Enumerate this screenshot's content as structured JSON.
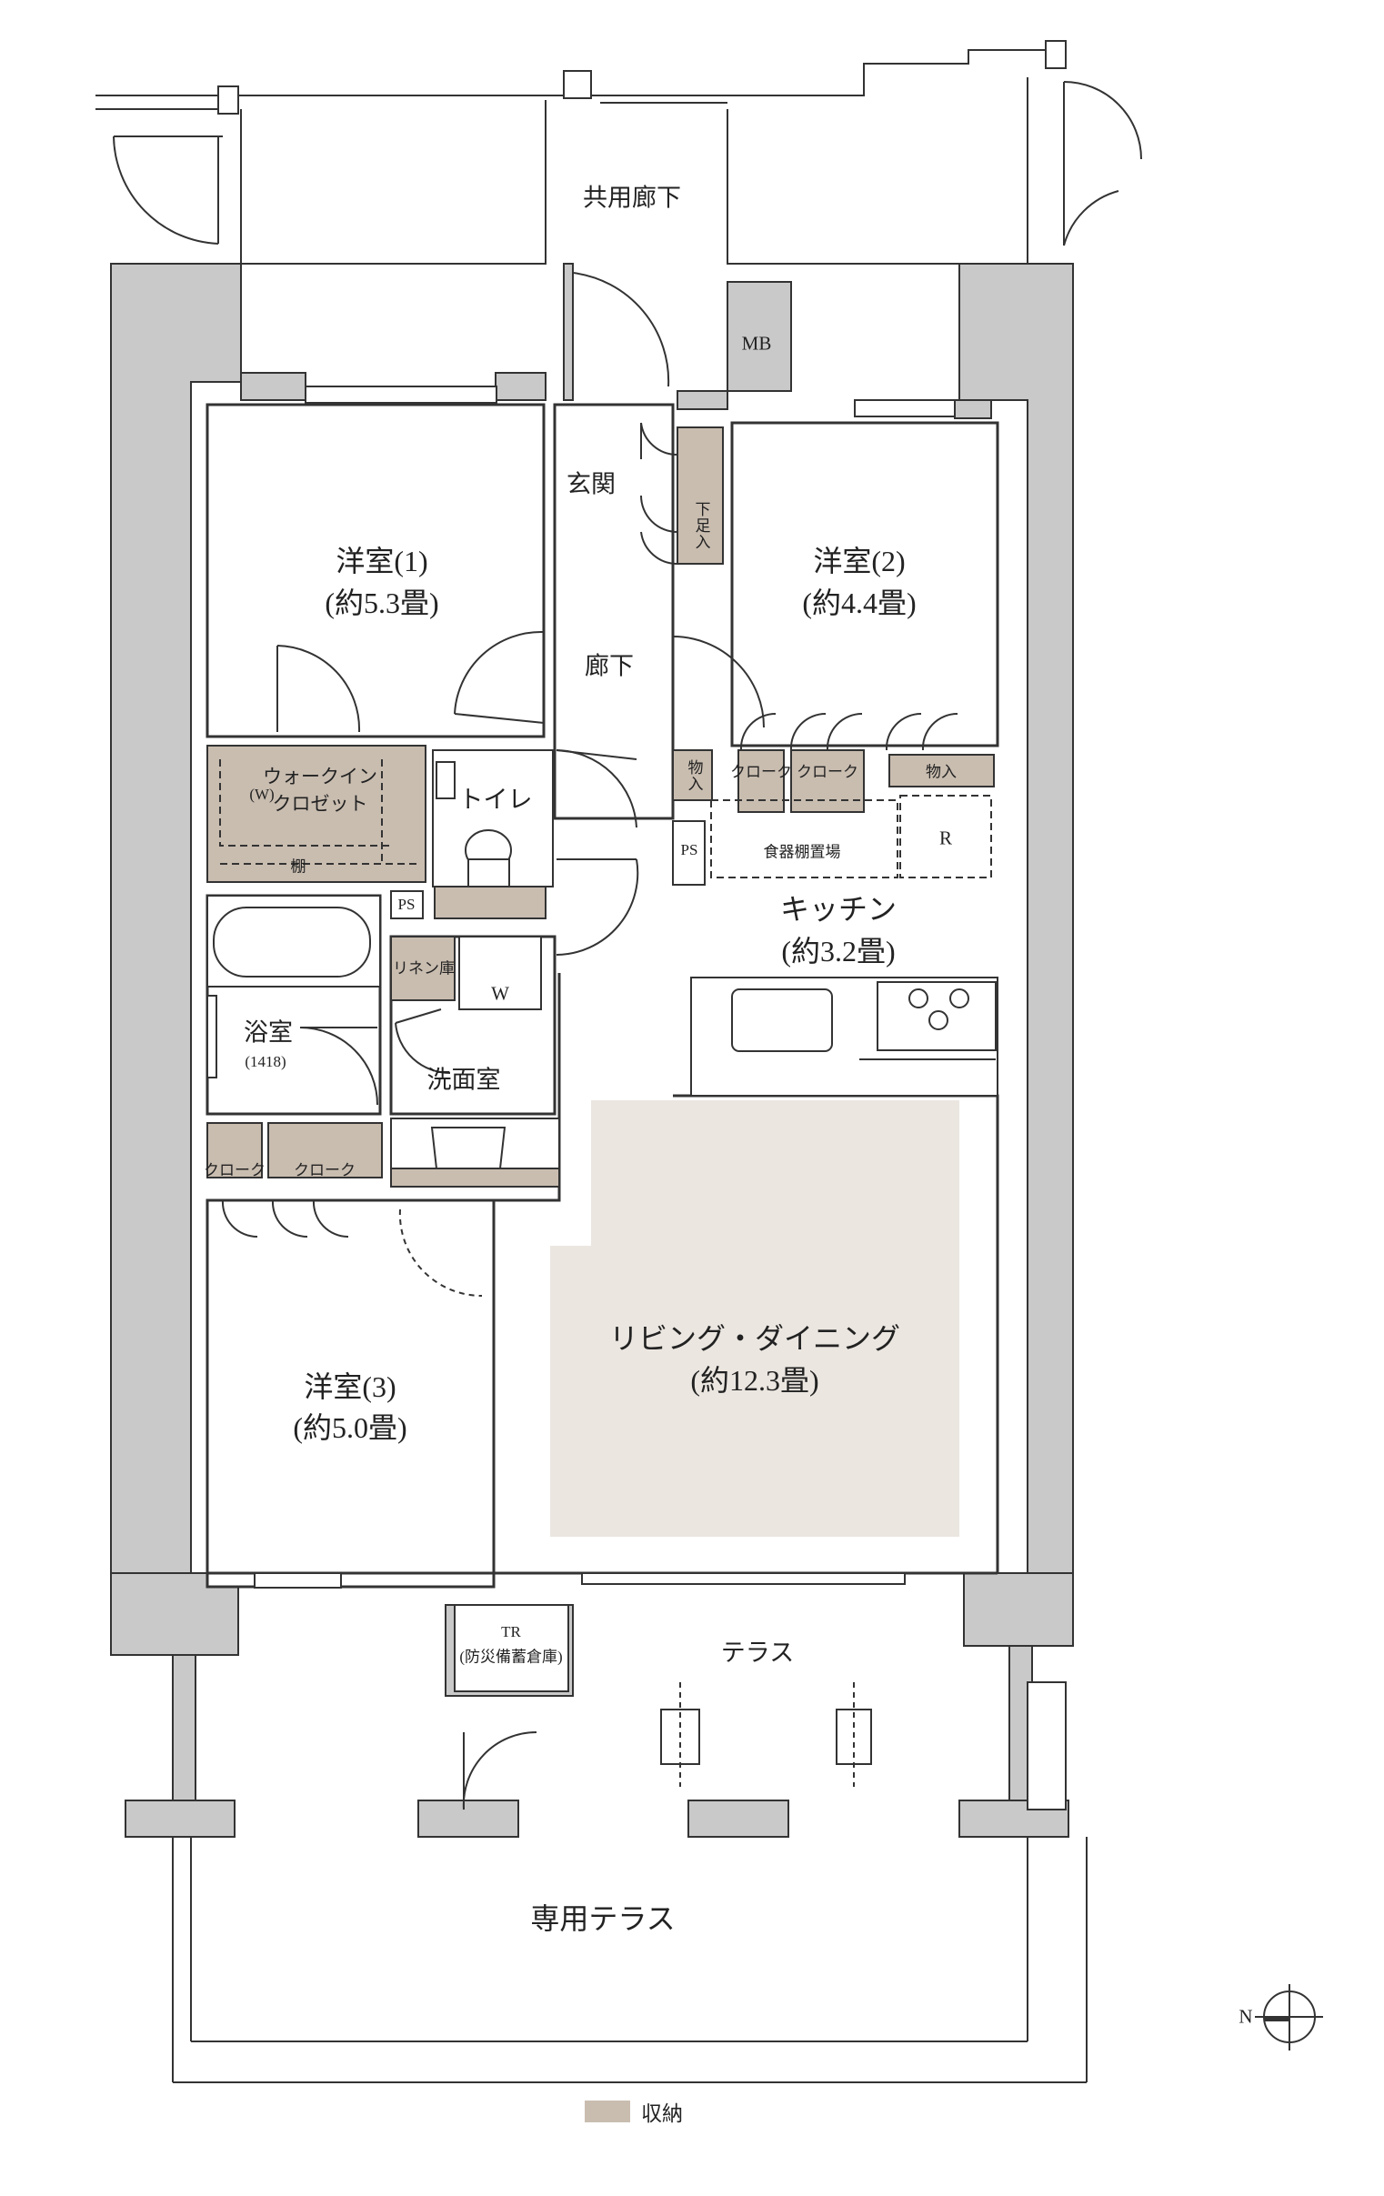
{
  "colors": {
    "wall": "#c9c9c9",
    "storage": "#c9bdb0",
    "ldk": "#ebe6e0",
    "line": "#333333"
  },
  "rooms": {
    "common_corridor": "共用廊下",
    "mb": "MB",
    "entrance": "玄関",
    "shoe_box": "下足入",
    "corridor": "廊下",
    "western1_name": "洋室(1)",
    "western1_size": "(約5.3畳)",
    "western2_name": "洋室(2)",
    "western2_size": "(約4.4畳)",
    "western3_name": "洋室(3)",
    "western3_size": "(約5.0畳)",
    "walkin_line1": "ウォークイン",
    "walkin_line2": "クロゼット",
    "walkin_w": "(W)",
    "shelf": "棚",
    "toilet": "トイレ",
    "ps_bath": "PS",
    "ps_kitchen": "PS",
    "linen": "リネン庫",
    "washer": "W",
    "bath_name": "浴室",
    "bath_size": "(1418)",
    "washroom": "洗面室",
    "storage_mono1": "物入",
    "storage_mono2": "物入",
    "closet_a": "クローク",
    "closet_b": "クローク",
    "closet_c": "クローク",
    "closet_d": "クローク",
    "dish_shelf": "食器棚置場",
    "fridge": "R",
    "kitchen_name": "キッチン",
    "kitchen_size": "(約3.2畳)",
    "ld_name": "リビング・ダイニング",
    "ld_size": "(約12.3畳)",
    "tr_line1": "TR",
    "tr_line2": "(防災備蓄倉庫)",
    "terrace": "テラス",
    "private_terrace": "専用テラス"
  },
  "compass": {
    "north": "N"
  },
  "legend": {
    "storage_label": "収納"
  }
}
